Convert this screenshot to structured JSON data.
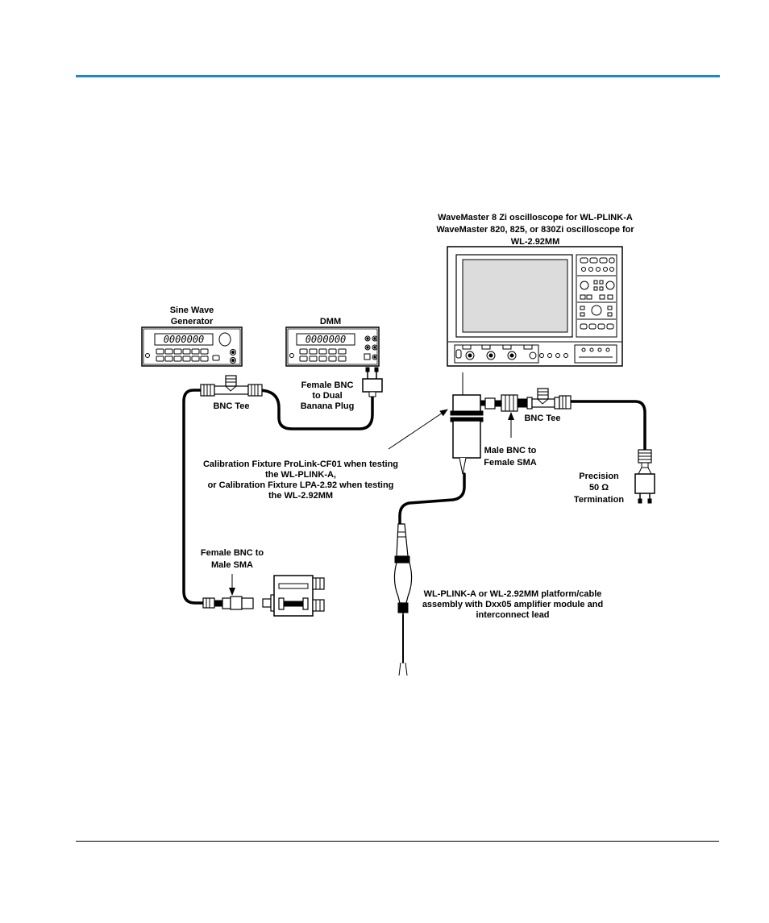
{
  "colors": {
    "accent_rule": "#1f87c9",
    "line": "#000000",
    "background": "#ffffff"
  },
  "diagram": {
    "oscilloscope_label": [
      "WaveMaster 8 Zi oscilloscope for WL-PLINK-A",
      "WaveMaster 820, 825, or 830Zi oscilloscope for",
      "WL-2.92MM"
    ],
    "sine_label": [
      "Sine Wave",
      "Generator"
    ],
    "sine_display": "0000000",
    "dmm_label": "DMM",
    "dmm_display": "0000000",
    "bnc_tee_left": "BNC Tee",
    "female_bnc_banana": [
      "Female BNC",
      "to Dual",
      "Banana Plug"
    ],
    "bnc_tee_right": "BNC Tee",
    "male_bnc_sma": [
      "Male BNC to",
      "Female SMA"
    ],
    "precision_term": [
      "Precision",
      "50 Ω",
      "Termination"
    ],
    "cal_fixture": [
      "Calibration Fixture ProLink-CF01 when testing",
      "the WL-PLINK-A,",
      "or Calibration Fixture LPA-2.92 when testing",
      "the WL-2.92MM"
    ],
    "female_bnc_sma": [
      "Female BNC to",
      "Male SMA"
    ],
    "platform_cable": [
      "WL-PLINK-A or WL-2.92MM platform/cable",
      "assembly with Dxx05 amplifier module and",
      "interconnect lead"
    ]
  }
}
